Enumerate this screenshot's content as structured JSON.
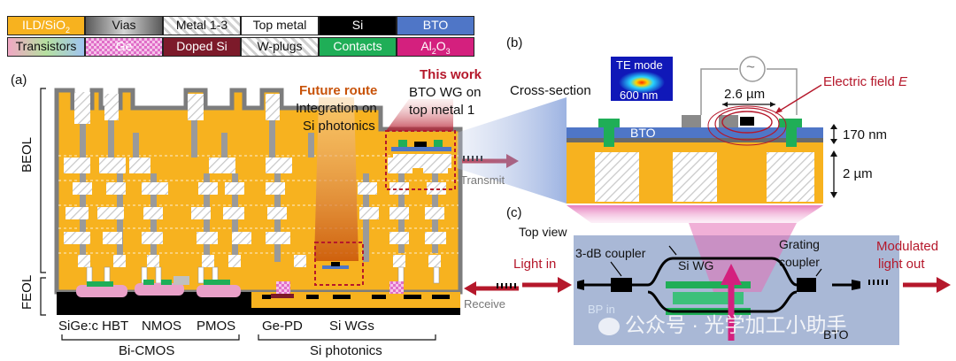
{
  "legend": [
    {
      "label": "ILD/SiO",
      "sub": "2",
      "color": "#f7b21f",
      "text_color": "#ffffff"
    },
    {
      "label": "Vias",
      "color": "#9a9a9a",
      "text_color": "#111111"
    },
    {
      "label": "Metal 1-3",
      "color": "#ffffff",
      "text_color": "#111111"
    },
    {
      "label": "Top metal",
      "color": "#ffffff",
      "text_color": "#111111"
    },
    {
      "label": "Si",
      "color": "#000000",
      "text_color": "#ffffff"
    },
    {
      "label": "BTO",
      "color": "#4f76c7",
      "text_color": "#ffffff"
    },
    {
      "label": "Transistors",
      "color": "#e9a0c8",
      "text_color": "#111111"
    },
    {
      "label": "Ge",
      "color": "#e06ec8",
      "text_color": "#ffffff"
    },
    {
      "label": "Doped Si",
      "color": "#7c1a2a",
      "text_color": "#ffffff"
    },
    {
      "label": "W-plugs",
      "color": "#ffffff",
      "text_color": "#111111"
    },
    {
      "label": "Contacts",
      "color": "#1fae57",
      "text_color": "#ffffff"
    },
    {
      "label": "Al",
      "sub": "2",
      "suffix": "O",
      "sub2": "3",
      "color": "#d4207e",
      "text_color": "#ffffff"
    }
  ],
  "panel_a": {
    "tag": "(a)",
    "beol": "BEOL",
    "feol": "FEOL",
    "future_route_title": "Future route",
    "future_route_line1": "Integration on",
    "future_route_line2": "Si photonics",
    "this_work_title": "This work",
    "this_work_line1": "BTO WG on",
    "this_work_line2": "top metal 1",
    "transmit": "Transmit",
    "receive": "Receive",
    "devices": [
      "SiGe:c HBT",
      "NMOS",
      "PMOS",
      "Ge-PD",
      "Si WGs"
    ],
    "group_bicmos": "Bi-CMOS",
    "group_siph": "Si photonics"
  },
  "panel_b": {
    "tag": "(b)",
    "cross_section": "Cross-section",
    "te_mode_line1": "TE mode",
    "te_mode_line2": "600 nm",
    "width_label": "2.6 µm",
    "efield_label": "Electric field ",
    "efield_symbol": "E",
    "bto_label": "BTO",
    "thickness_label": "170 nm",
    "oxide_label": "2 µm",
    "source_symbol": "~"
  },
  "panel_c": {
    "tag": "(c)",
    "top_view": "Top view",
    "coupler_3db": "3-dB coupler",
    "si_wg": "Si WG",
    "grating_line1": "Grating",
    "grating_line2": "coupler",
    "light_in": "Light in",
    "modulated_line1": "Modulated",
    "modulated_line2": "light out",
    "bto_label": "BTO",
    "faint_label": "BP in",
    "watermark": "公众号 · 光学加工小助手"
  },
  "colors": {
    "oxide": "#f7b21f",
    "bto": "#4f76c7",
    "contact": "#1fae57",
    "accent_red": "#b5182b",
    "ge_pink": "#e06ec8",
    "doped": "#7c1a2a",
    "top_view_bg": "#a9b8d6"
  }
}
